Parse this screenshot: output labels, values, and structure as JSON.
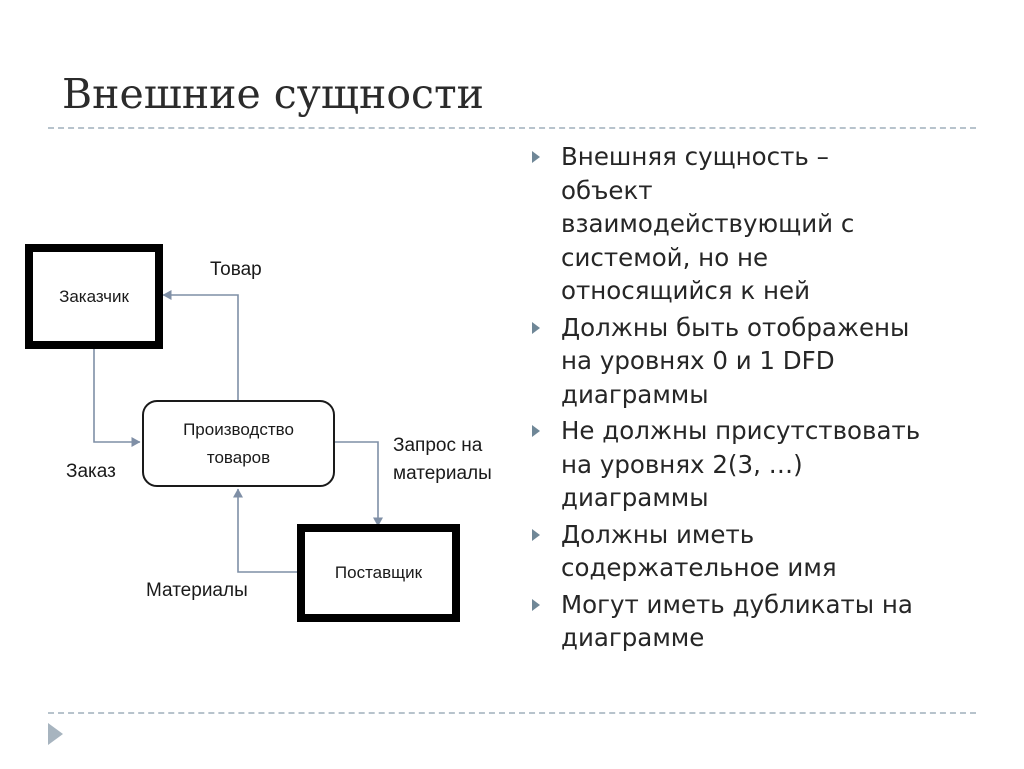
{
  "slide": {
    "title": "Внешние сущности"
  },
  "diagram": {
    "entities": {
      "customer": "Заказчик",
      "supplier": "Поставщик"
    },
    "process": {
      "line1": "Производство",
      "line2": "товаров"
    },
    "flows": {
      "goods": "Товар",
      "order": "Заказ",
      "materials_request_line1": "Запрос на",
      "materials_request_line2": "материалы",
      "materials": "Материалы"
    }
  },
  "bullets": [
    {
      "lines": [
        "Внешняя сущность –",
        "объект",
        "взаимодействующий с",
        "системой, но не",
        "относящийся к ней"
      ]
    },
    {
      "lines": [
        "Должны быть отображены",
        "на уровнях 0 и 1 DFD",
        "диаграммы"
      ]
    },
    {
      "lines": [
        "Не должны присутствовать",
        "на уровнях 2(3, …)",
        "диаграммы"
      ]
    },
    {
      "lines": [
        "Должны иметь",
        "содержательное имя"
      ]
    },
    {
      "lines": [
        "Могут иметь дубликаты на",
        "диаграмме"
      ]
    }
  ],
  "colors": {
    "connector": "#7f8fa6",
    "bullet": "#6f8797",
    "rule": "#b7c3cc"
  },
  "icons": {
    "bullet": "triangle-bullet-icon",
    "navigation": "play-arrow-icon"
  }
}
